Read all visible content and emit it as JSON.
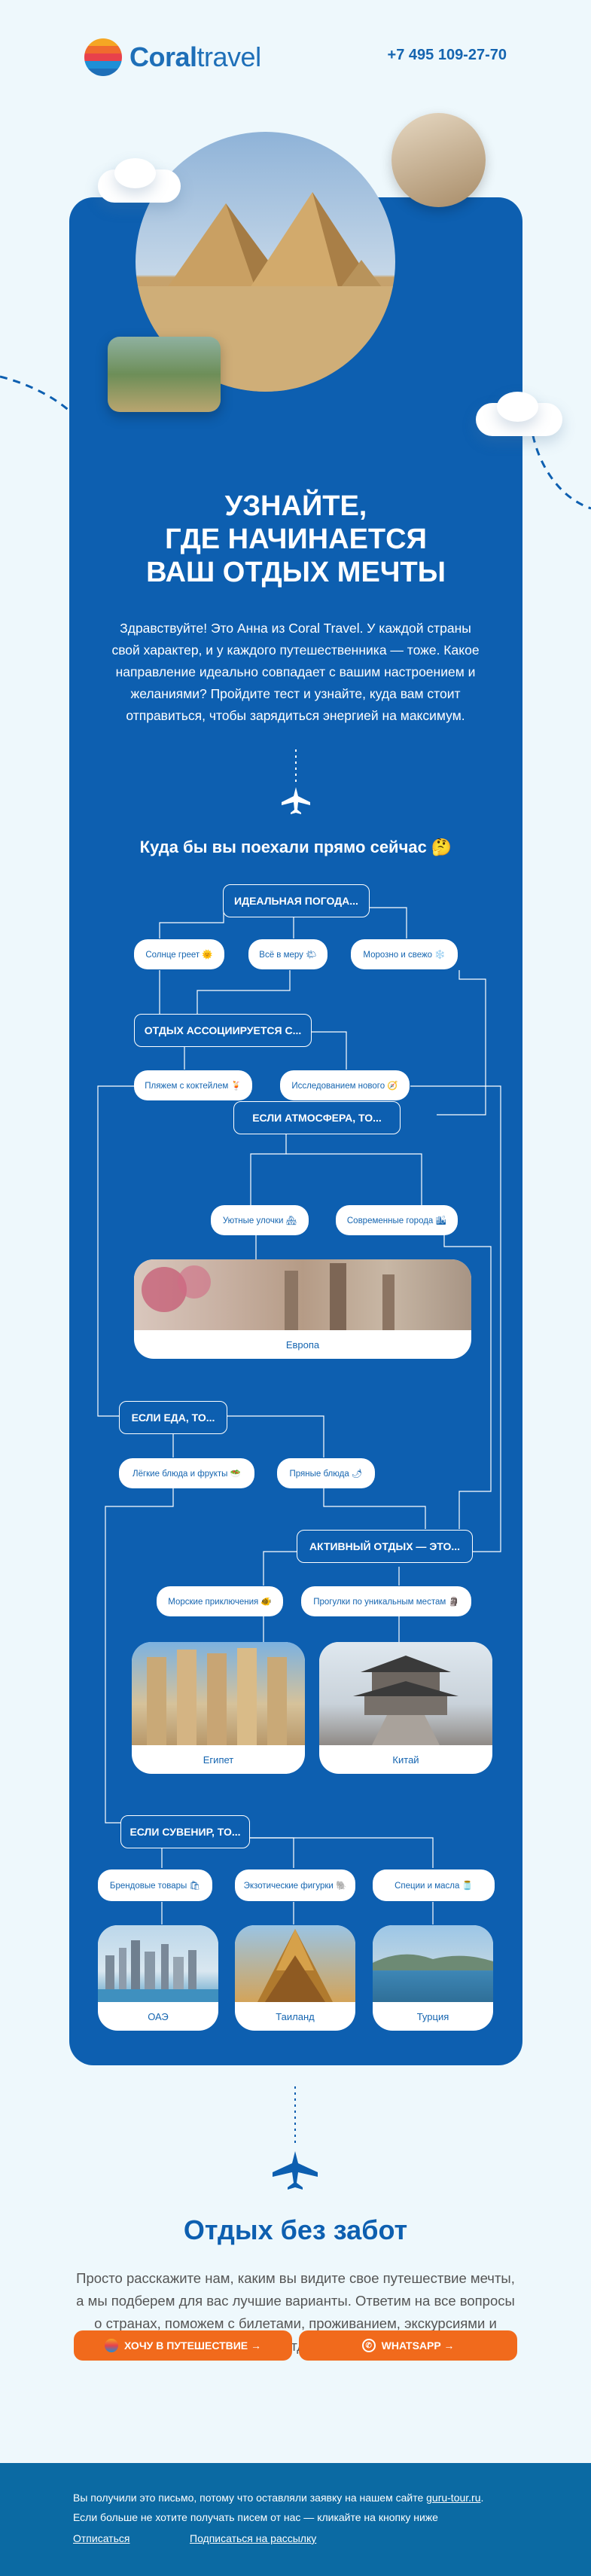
{
  "header": {
    "brand_bold": "Coral",
    "brand_light": "travel",
    "phone": "+7 495 109-27-70",
    "logo_colors": [
      "#f5a623",
      "#f06b2e",
      "#e8414b",
      "#1e8fd6",
      "#1e6fb8"
    ]
  },
  "hero": {
    "title": "УЗНАЙТЕ,\nГДЕ НАЧИНАЕТСЯ\nВАШ ОТДЫХ МЕЧТЫ",
    "intro": "Здравствуйте! Это Анна из Coral Travel. У каждой страны свой характер, и у каждого путешественника — тоже. Какое направление идеально совпадает с вашим настроением и желаниями? Пройдите тест и узнайте, куда вам стоит отправиться, чтобы зарядиться энергией на максимум."
  },
  "quiz": {
    "subtitle": "Куда бы вы поехали прямо сейчас 🤔",
    "q1": "ИДЕАЛЬНАЯ ПОГОДА...",
    "q1_opts": [
      "Солнце греет 🌞",
      "Всё в меру 🌤",
      "Морозно и свежо ❄️"
    ],
    "q2": "ОТДЫХ АССОЦИИРУЕТСЯ С...",
    "q2_opts": [
      "Пляжем с коктейлем 🍹",
      "Исследованием нового 🧭"
    ],
    "q3": "ЕСЛИ АТМОСФЕРА, ТО...",
    "q3_opts": [
      "Уютные улочки 🏘",
      "Современные города 🏙"
    ],
    "dest_europe": "Европа",
    "q4": "ЕСЛИ ЕДА, ТО...",
    "q4_opts": [
      "Лёгкие блюда и фрукты 🥗",
      "Пряные блюда 🌶"
    ],
    "q5": "АКТИВНЫЙ ОТДЫХ — ЭТО...",
    "q5_opts": [
      "Морские приключения 🐠",
      "Прогулки по уникальным местам 🗿"
    ],
    "dest_egypt": "Египет",
    "dest_china": "Китай",
    "q6": "ЕСЛИ СУВЕНИР, ТО...",
    "q6_opts": [
      "Брендовые товары 🛍",
      "Экзотические фигурки 🐘",
      "Специи и масла 🫙"
    ],
    "dest_uae": "ОАЭ",
    "dest_thailand": "Таиланд",
    "dest_turkey": "Турция"
  },
  "bottom": {
    "title": "Отдых без забот",
    "text": "Просто расскажите нам, каким вы видите свое путешествие мечты, а мы подберем для вас лучшие варианты. Ответим на все вопросы о странах, поможем с билетами, проживанием, экскурсиями и визами. Доверьте свой отдых профессионалам 🥰",
    "btn_travel": "ХОЧУ В ПУТЕШЕСТВИЕ →",
    "btn_whatsapp": "WHATSAPP →"
  },
  "footer": {
    "line1": "Вы получили это письмо, потому что оставляли заявку на нашем сайте",
    "site": "guru-tour.ru",
    "line2": "Если больше не хотите получать писем от нас — кликайте на кнопку ниже",
    "unsubscribe": "Отписаться",
    "subscribe": "Подписаться на рассылку"
  },
  "colors": {
    "card": "#0d5fb0",
    "accent": "#f16a1c",
    "background": "#eef8fc",
    "footer": "#0b6aa3"
  }
}
